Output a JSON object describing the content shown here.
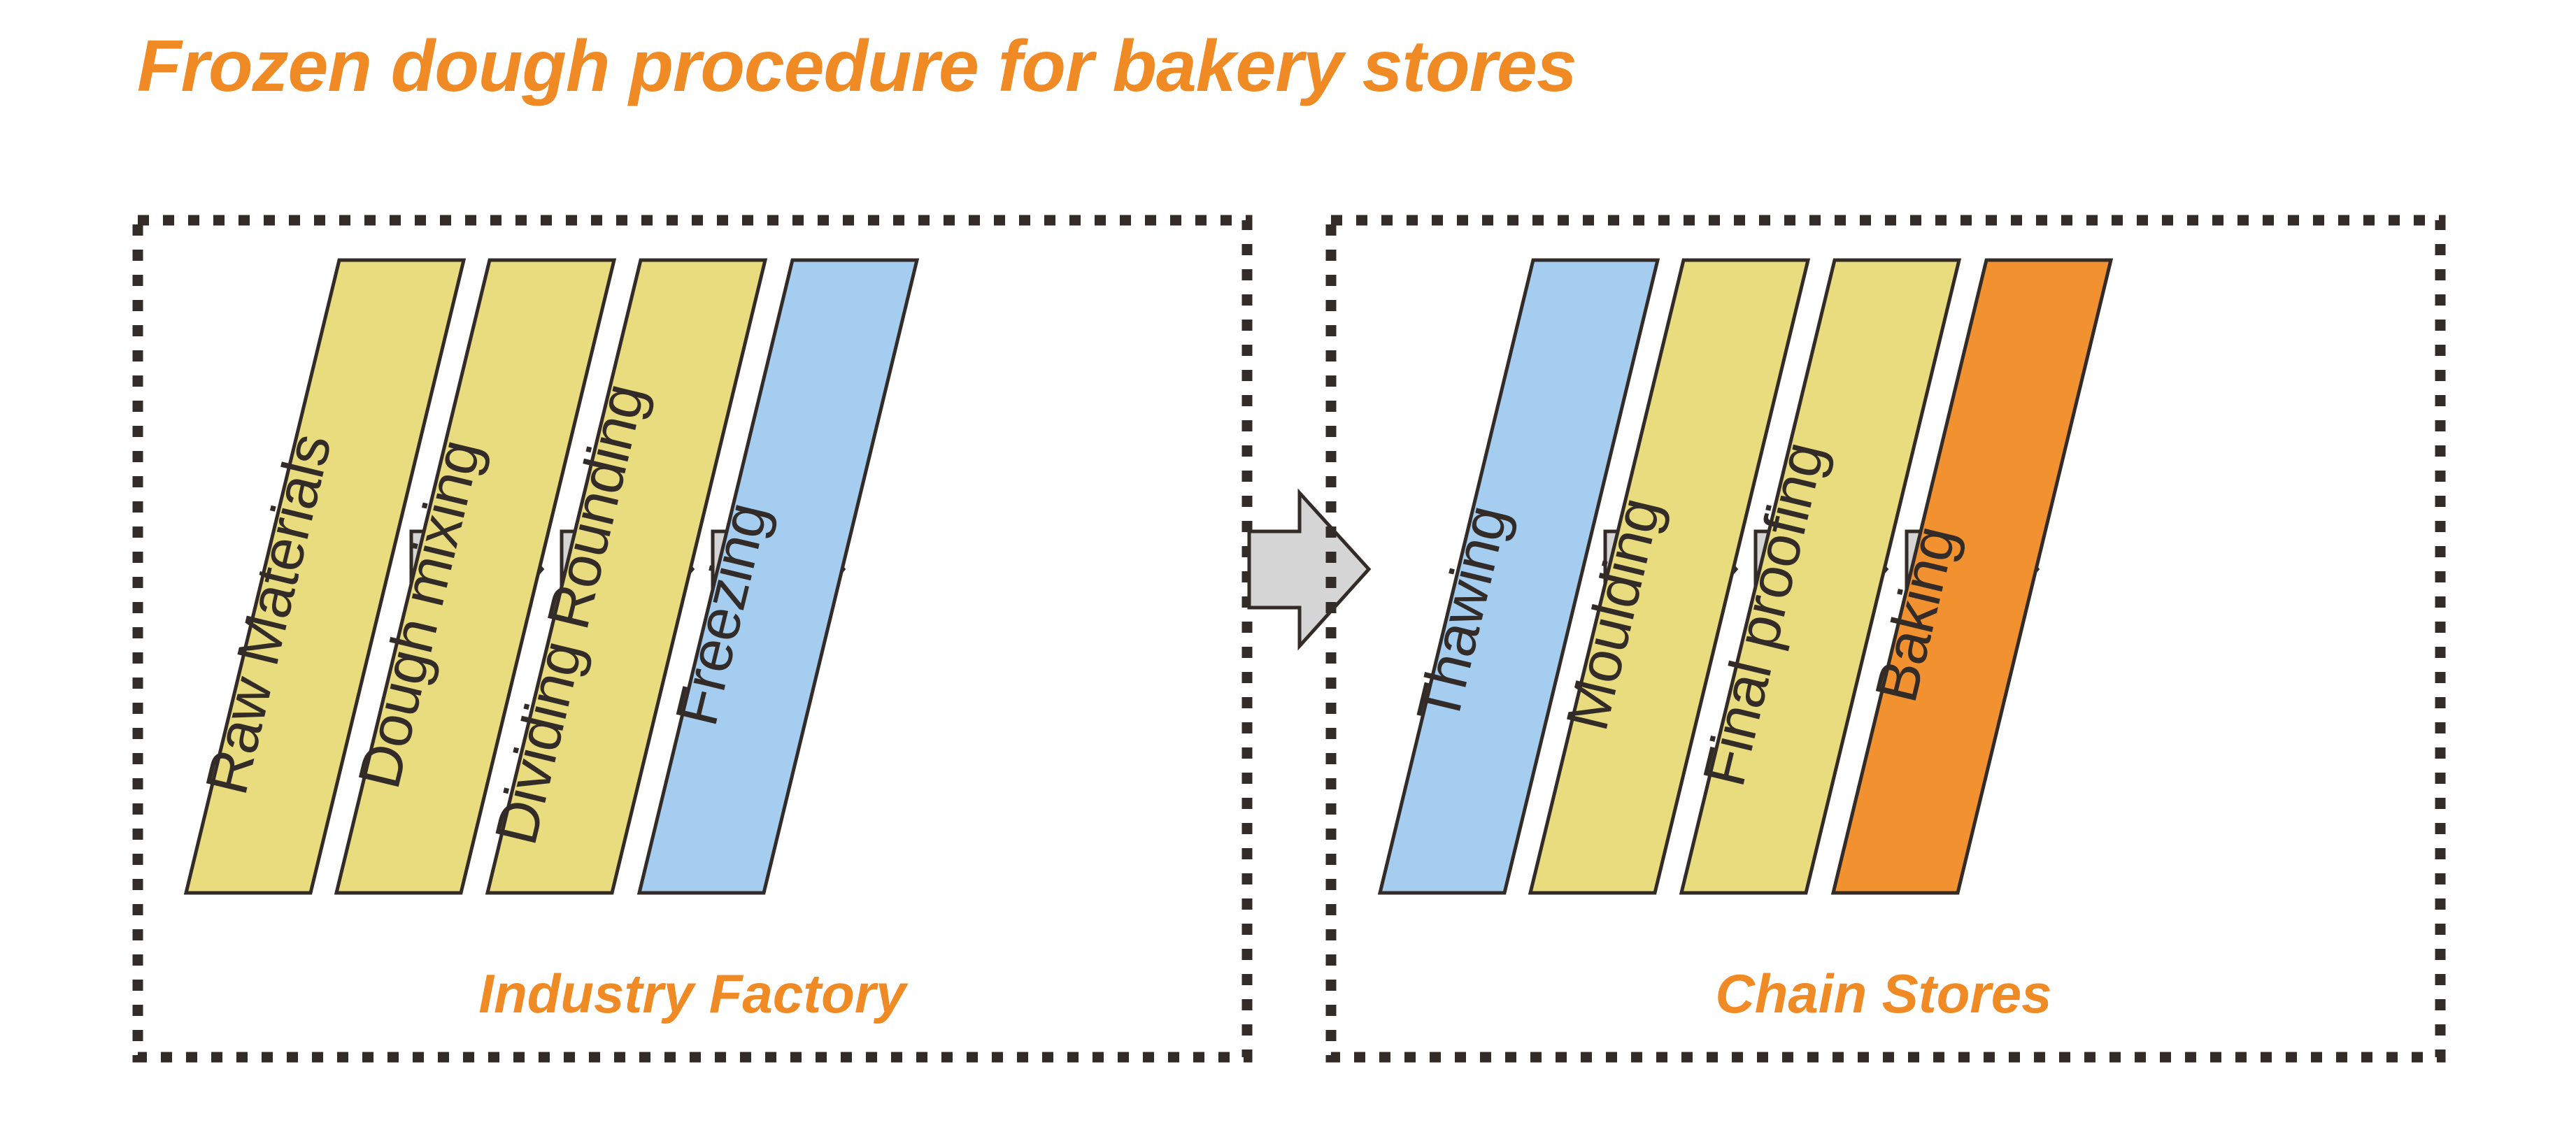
{
  "title": "Frozen dough procedure for bakery stores",
  "colors": {
    "accent_orange": "#F08A25",
    "step_yellow": "#E8DC7F",
    "step_blue": "#A5CDEF",
    "step_orange": "#F2912F",
    "arrow_gray": "#D5D5D5",
    "outline_dark": "#332B28",
    "background": "#FFFFFF"
  },
  "groups": [
    {
      "id": "industry-factory",
      "label": "Industry Factory",
      "steps": [
        {
          "label": "Raw Materials",
          "color": "#E8DC7F",
          "color_name": "yellow"
        },
        {
          "label": "Dough mixing",
          "color": "#E8DC7F",
          "color_name": "yellow"
        },
        {
          "label": "Dividing Rounding",
          "color": "#E8DC7F",
          "color_name": "yellow"
        },
        {
          "label": "Freezing",
          "color": "#A5CDEF",
          "color_name": "blue"
        }
      ]
    },
    {
      "id": "chain-stores",
      "label": "Chain Stores",
      "steps": [
        {
          "label": "Thawing",
          "color": "#A5CDEF",
          "color_name": "blue"
        },
        {
          "label": "Moulding",
          "color": "#E8DC7F",
          "color_name": "yellow"
        },
        {
          "label": "Final proofing",
          "color": "#E8DC7F",
          "color_name": "yellow"
        },
        {
          "label": "Baking",
          "color": "#F2912F",
          "color_name": "orange"
        }
      ]
    }
  ],
  "connector": {
    "name": "group-connector-arrow",
    "direction": "right"
  },
  "flow_order": [
    "Raw Materials",
    "Dough mixing",
    "Dividing Rounding",
    "Freezing",
    "Thawing",
    "Moulding",
    "Final proofing",
    "Baking"
  ]
}
